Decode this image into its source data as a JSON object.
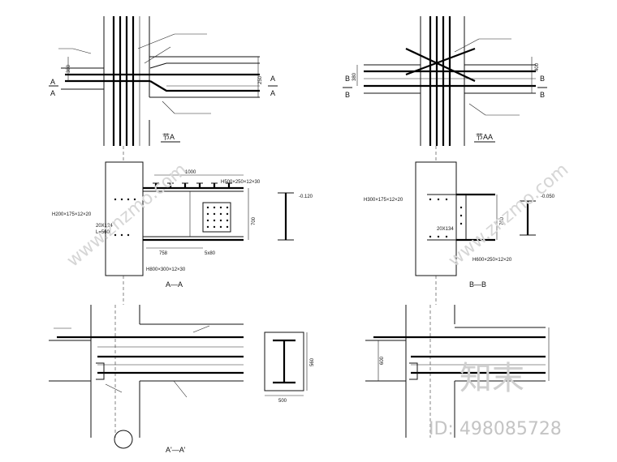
{
  "labels": {
    "node_a": "节A",
    "node_aa": "节AA",
    "sec_aa": "A—A",
    "sec_bb": "B—B",
    "sec_aa2": "A'—A'",
    "cut_a": "A",
    "cut_b": "B"
  },
  "dims": {
    "d_380": "380",
    "d_250": "250",
    "d_400": "400",
    "d_1000": "1000",
    "d_700": "700",
    "d_560": "560",
    "d_500": "500",
    "d_600": "600",
    "d_758": "758",
    "d_5x80": "5x80",
    "d_h500": "H500×250×12×30",
    "d_h800": "H800×300×12×30",
    "d_h200": "H200×175×12×20",
    "d_h300": "H300×175×12×20",
    "d_h600": "H600×250×12×20",
    "d_20x134": "20X134",
    "d_l560": "L=560",
    "d_level": "-0.120",
    "d_level2": "-0.050"
  },
  "watermark": {
    "site": "www.znzmo.com",
    "brand": "知末",
    "id": "ID: 498085728"
  }
}
